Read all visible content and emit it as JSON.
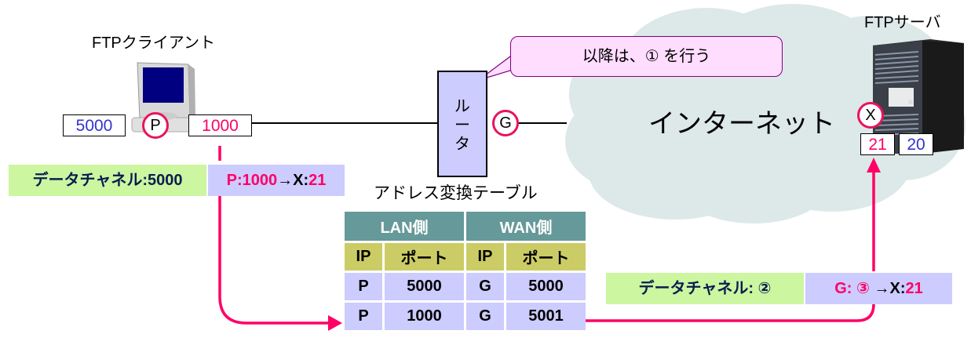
{
  "client": {
    "title": "FTPクライアント",
    "ip": "P",
    "port_data": "5000",
    "port_control": "1000"
  },
  "router": {
    "label_chars": [
      "ル",
      "ー",
      "タ"
    ],
    "wan_ip": "G"
  },
  "callout": {
    "text": "以降は、① を行う"
  },
  "internet": {
    "label": "インターネット"
  },
  "server": {
    "title": "FTPサーバ",
    "ip": "X",
    "port_control": "21",
    "port_data": "20"
  },
  "left_packet": {
    "channel_label": "データチャネル:5000",
    "src_ip": "P",
    "src_port": ":1000",
    "arrow": "→",
    "dst_ip": "X:",
    "dst_port": "21"
  },
  "right_packet": {
    "channel_label": "データチャネル: ②",
    "src": "G: ③ ",
    "arrow": "→",
    "dst_ip": "X:",
    "dst_port": "21"
  },
  "nat_table": {
    "title": "アドレス変換テーブル",
    "groups": [
      "LAN側",
      "WAN側"
    ],
    "columns": [
      "IP",
      "ポート",
      "IP",
      "ポート"
    ],
    "rows": [
      [
        "P",
        "5000",
        "G",
        "5000"
      ],
      [
        "P",
        "1000",
        "G",
        "5001"
      ]
    ]
  },
  "colors": {
    "accent_pink": "#ff0066",
    "port_blue": "#3333cc",
    "cloud": "#dde8e8",
    "router_fill": "#ccccff",
    "callout_fill": "#ffddff",
    "table_header": "#669999",
    "table_subheader": "#cccc66",
    "table_row": "#ccccff",
    "channel_green": "#ccf6a0"
  }
}
